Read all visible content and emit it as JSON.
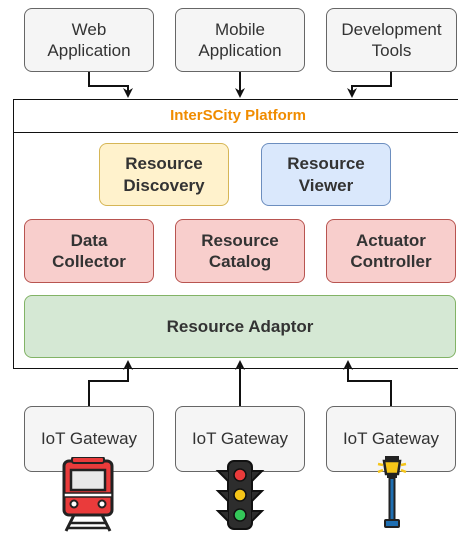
{
  "top_boxes": [
    {
      "label": "Web\nApplication"
    },
    {
      "label": "Mobile\nApplication"
    },
    {
      "label": "Development\nTools"
    }
  ],
  "platform": {
    "title": "InterSCity Platform"
  },
  "modules": {
    "resource_discovery": "Resource\nDiscovery",
    "resource_viewer": "Resource\nViewer",
    "data_collector": "Data\nCollector",
    "resource_catalog": "Resource\nCatalog",
    "actuator_controller": "Actuator\nController",
    "resource_adaptor": "Resource Adaptor"
  },
  "gateways": [
    {
      "label": "IoT Gateway",
      "icon": "train-icon"
    },
    {
      "label": "IoT Gateway",
      "icon": "traffic-light-icon"
    },
    {
      "label": "IoT Gateway",
      "icon": "street-lamp-icon"
    }
  ],
  "colors": {
    "title_orange": "#f08c00",
    "discovery_fill": "#fff2cc",
    "discovery_border": "#d6b656",
    "viewer_fill": "#dae8fc",
    "viewer_border": "#6c8ebf",
    "red_fill": "#f8cecc",
    "red_border": "#b85450",
    "green_fill": "#d5e8d4",
    "green_border": "#82b366"
  }
}
